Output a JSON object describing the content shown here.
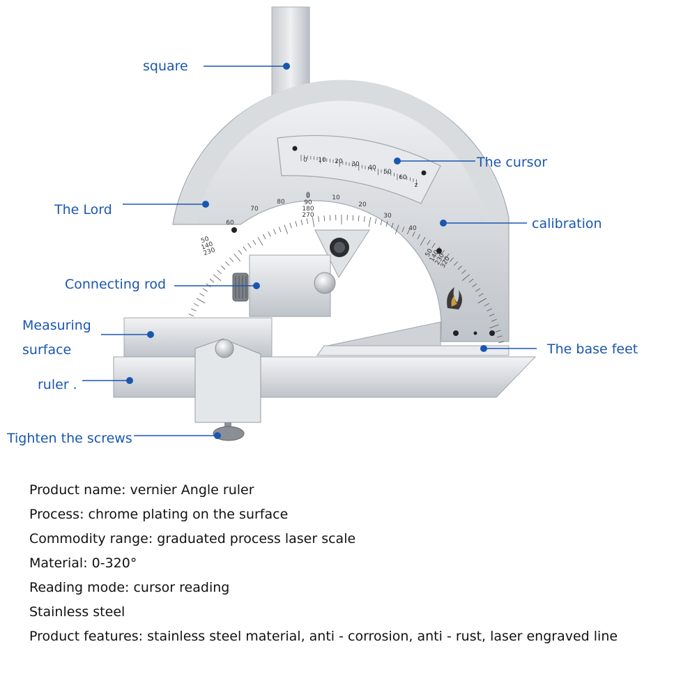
{
  "colors": {
    "callout": "#1a56b0",
    "metal_light": "#eceef0",
    "metal_mid": "#c9cdd2",
    "metal_dark": "#9aa0a6",
    "scale_mark": "#555555"
  },
  "callouts": {
    "square": "square",
    "cursor": "The cursor",
    "lord": "The Lord",
    "calibration": "calibration",
    "connecting_rod": "Connecting rod",
    "measuring_surface": "Measuring surface",
    "base_feet": "The base feet",
    "ruler": "ruler .",
    "tighten_screws": "Tighten the screws"
  },
  "scale": {
    "cursor_ticks": [
      "0",
      "10",
      "20",
      "30",
      "40",
      "50",
      "60",
      "z"
    ],
    "main_ticks": [
      "80",
      "70",
      "60",
      "0",
      "10",
      "20",
      "30",
      "40"
    ],
    "center_stack": [
      "0",
      "90",
      "180",
      "270"
    ],
    "left_stack": [
      "50",
      "140",
      "230"
    ],
    "right_stack": [
      "50",
      "140",
      "230",
      "320"
    ]
  },
  "specs": [
    "Product name: vernier Angle ruler",
    "Process: chrome plating on the surface",
    "Commodity range: graduated process laser scale",
    "Material: 0-320°",
    "Reading mode: cursor reading",
    "Stainless steel",
    "Product features: stainless steel material, anti - corrosion, anti - rust, laser engraved line"
  ]
}
